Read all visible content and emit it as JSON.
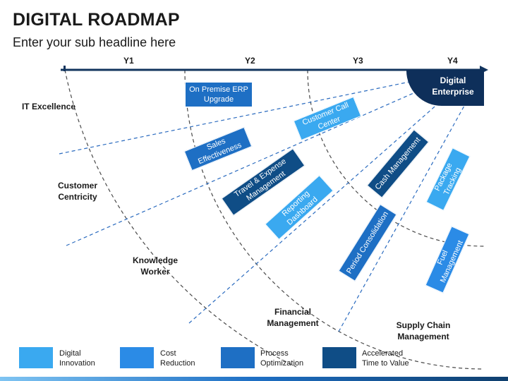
{
  "header": {
    "title": "DIGITAL ROADMAP",
    "subtitle": "Enter your sub headline here"
  },
  "timeline": {
    "years": [
      "Y1",
      "Y2",
      "Y3",
      "Y4"
    ],
    "end_label": "Digital Enterprise"
  },
  "zones": {
    "it_excellence": "IT Excellence",
    "customer_centricity": "Customer Centricity",
    "knowledge_worker": "Knowledge Worker",
    "financial_management": "Financial Management",
    "supply_chain": "Supply Chain Management"
  },
  "initiatives": {
    "on_premise": "On Premise ERP Upgrade",
    "call_center": "Customer Call Center",
    "sales": "Sales Effectiveness",
    "travel": "Travel & Expense Management",
    "reporting": "Reporting Dashboard",
    "cash": "Cash Management",
    "package": "Package Tracking",
    "period": "Period Consolidation",
    "fuel": "Fuel Management"
  },
  "legend": [
    {
      "label": "Digital Innovation",
      "color": "#3aa9f0"
    },
    {
      "label": "Cost Reduction",
      "color": "#2b8be6"
    },
    {
      "label": "Process Optimization",
      "color": "#1e6fc4"
    },
    {
      "label": "Accelerated Time to Value",
      "color": "#0f4d86"
    }
  ],
  "colors": {
    "navy": "#12345e",
    "digital_innovation": "#3aa9f0",
    "cost_reduction": "#2b8be6",
    "process_optimization": "#1e6fc4",
    "accelerated": "#0f4d86"
  }
}
